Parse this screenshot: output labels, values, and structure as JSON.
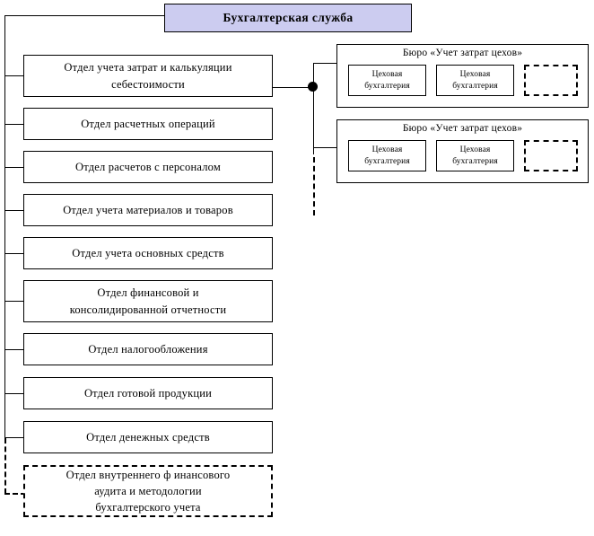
{
  "chart": {
    "title": "Бухгалтерская служба",
    "root": {
      "label": "Бухгалтерская служба",
      "fill_color": "#ccccf0",
      "border_color": "#000000"
    },
    "departments": [
      {
        "label": "Отдел учета затрат и калькуляции себестоимости",
        "lines": [
          "Отдел учета затрат и калькуляции",
          "себестоимости"
        ],
        "style": "solid",
        "has_subunits": true
      },
      {
        "label": "Отдел расчетных операций",
        "lines": [
          "Отдел расчетных операций"
        ],
        "style": "solid",
        "has_subunits": false
      },
      {
        "label": "Отдел расчетов с персоналом",
        "lines": [
          "Отдел расчетов с персоналом"
        ],
        "style": "solid",
        "has_subunits": false
      },
      {
        "label": "Отдел учета материалов и товаров",
        "lines": [
          "Отдел учета материалов и товаров"
        ],
        "style": "solid",
        "has_subunits": false
      },
      {
        "label": "Отдел учета  основных  средств",
        "lines": [
          "Отдел учета  основных  средств"
        ],
        "style": "solid",
        "has_subunits": false
      },
      {
        "label": "Отдел финансовой и консолидированной отчетности",
        "lines": [
          "Отдел финансовой и",
          "консолидированной отчетности"
        ],
        "style": "solid",
        "has_subunits": false
      },
      {
        "label": "Отдел налогообложения",
        "lines": [
          "Отдел налогообложения"
        ],
        "style": "solid",
        "has_subunits": false
      },
      {
        "label": "Отдел готовой  продукции",
        "lines": [
          "Отдел готовой  продукции"
        ],
        "style": "solid",
        "has_subunits": false
      },
      {
        "label": "Отдел денежных средств",
        "lines": [
          "Отдел денежных средств"
        ],
        "style": "solid",
        "has_subunits": false
      },
      {
        "label": "Отдел внутреннего финансового аудита и методологии бухгалтерского учета",
        "lines": [
          "Отдел внутреннего ф инансового",
          "аудита и методологии",
          "бухгалтерского учета"
        ],
        "style": "dashed",
        "has_subunits": false
      }
    ],
    "bureaus": [
      {
        "title": "Бюро «Учет затрат цехов»",
        "units": [
          {
            "lines": [
              "Цеховая",
              "бухгалтерия"
            ],
            "style": "solid"
          },
          {
            "lines": [
              "Цеховая",
              "бухгалтерия"
            ],
            "style": "solid"
          },
          {
            "lines": [],
            "style": "dashed"
          }
        ]
      },
      {
        "title": "Бюро «Учет затрат цехов»",
        "units": [
          {
            "lines": [
              "Цеховая",
              "бухгалтерия"
            ],
            "style": "solid"
          },
          {
            "lines": [
              "Цеховая",
              "бухгалтерия"
            ],
            "style": "solid"
          },
          {
            "lines": [],
            "style": "dashed"
          }
        ]
      }
    ]
  }
}
